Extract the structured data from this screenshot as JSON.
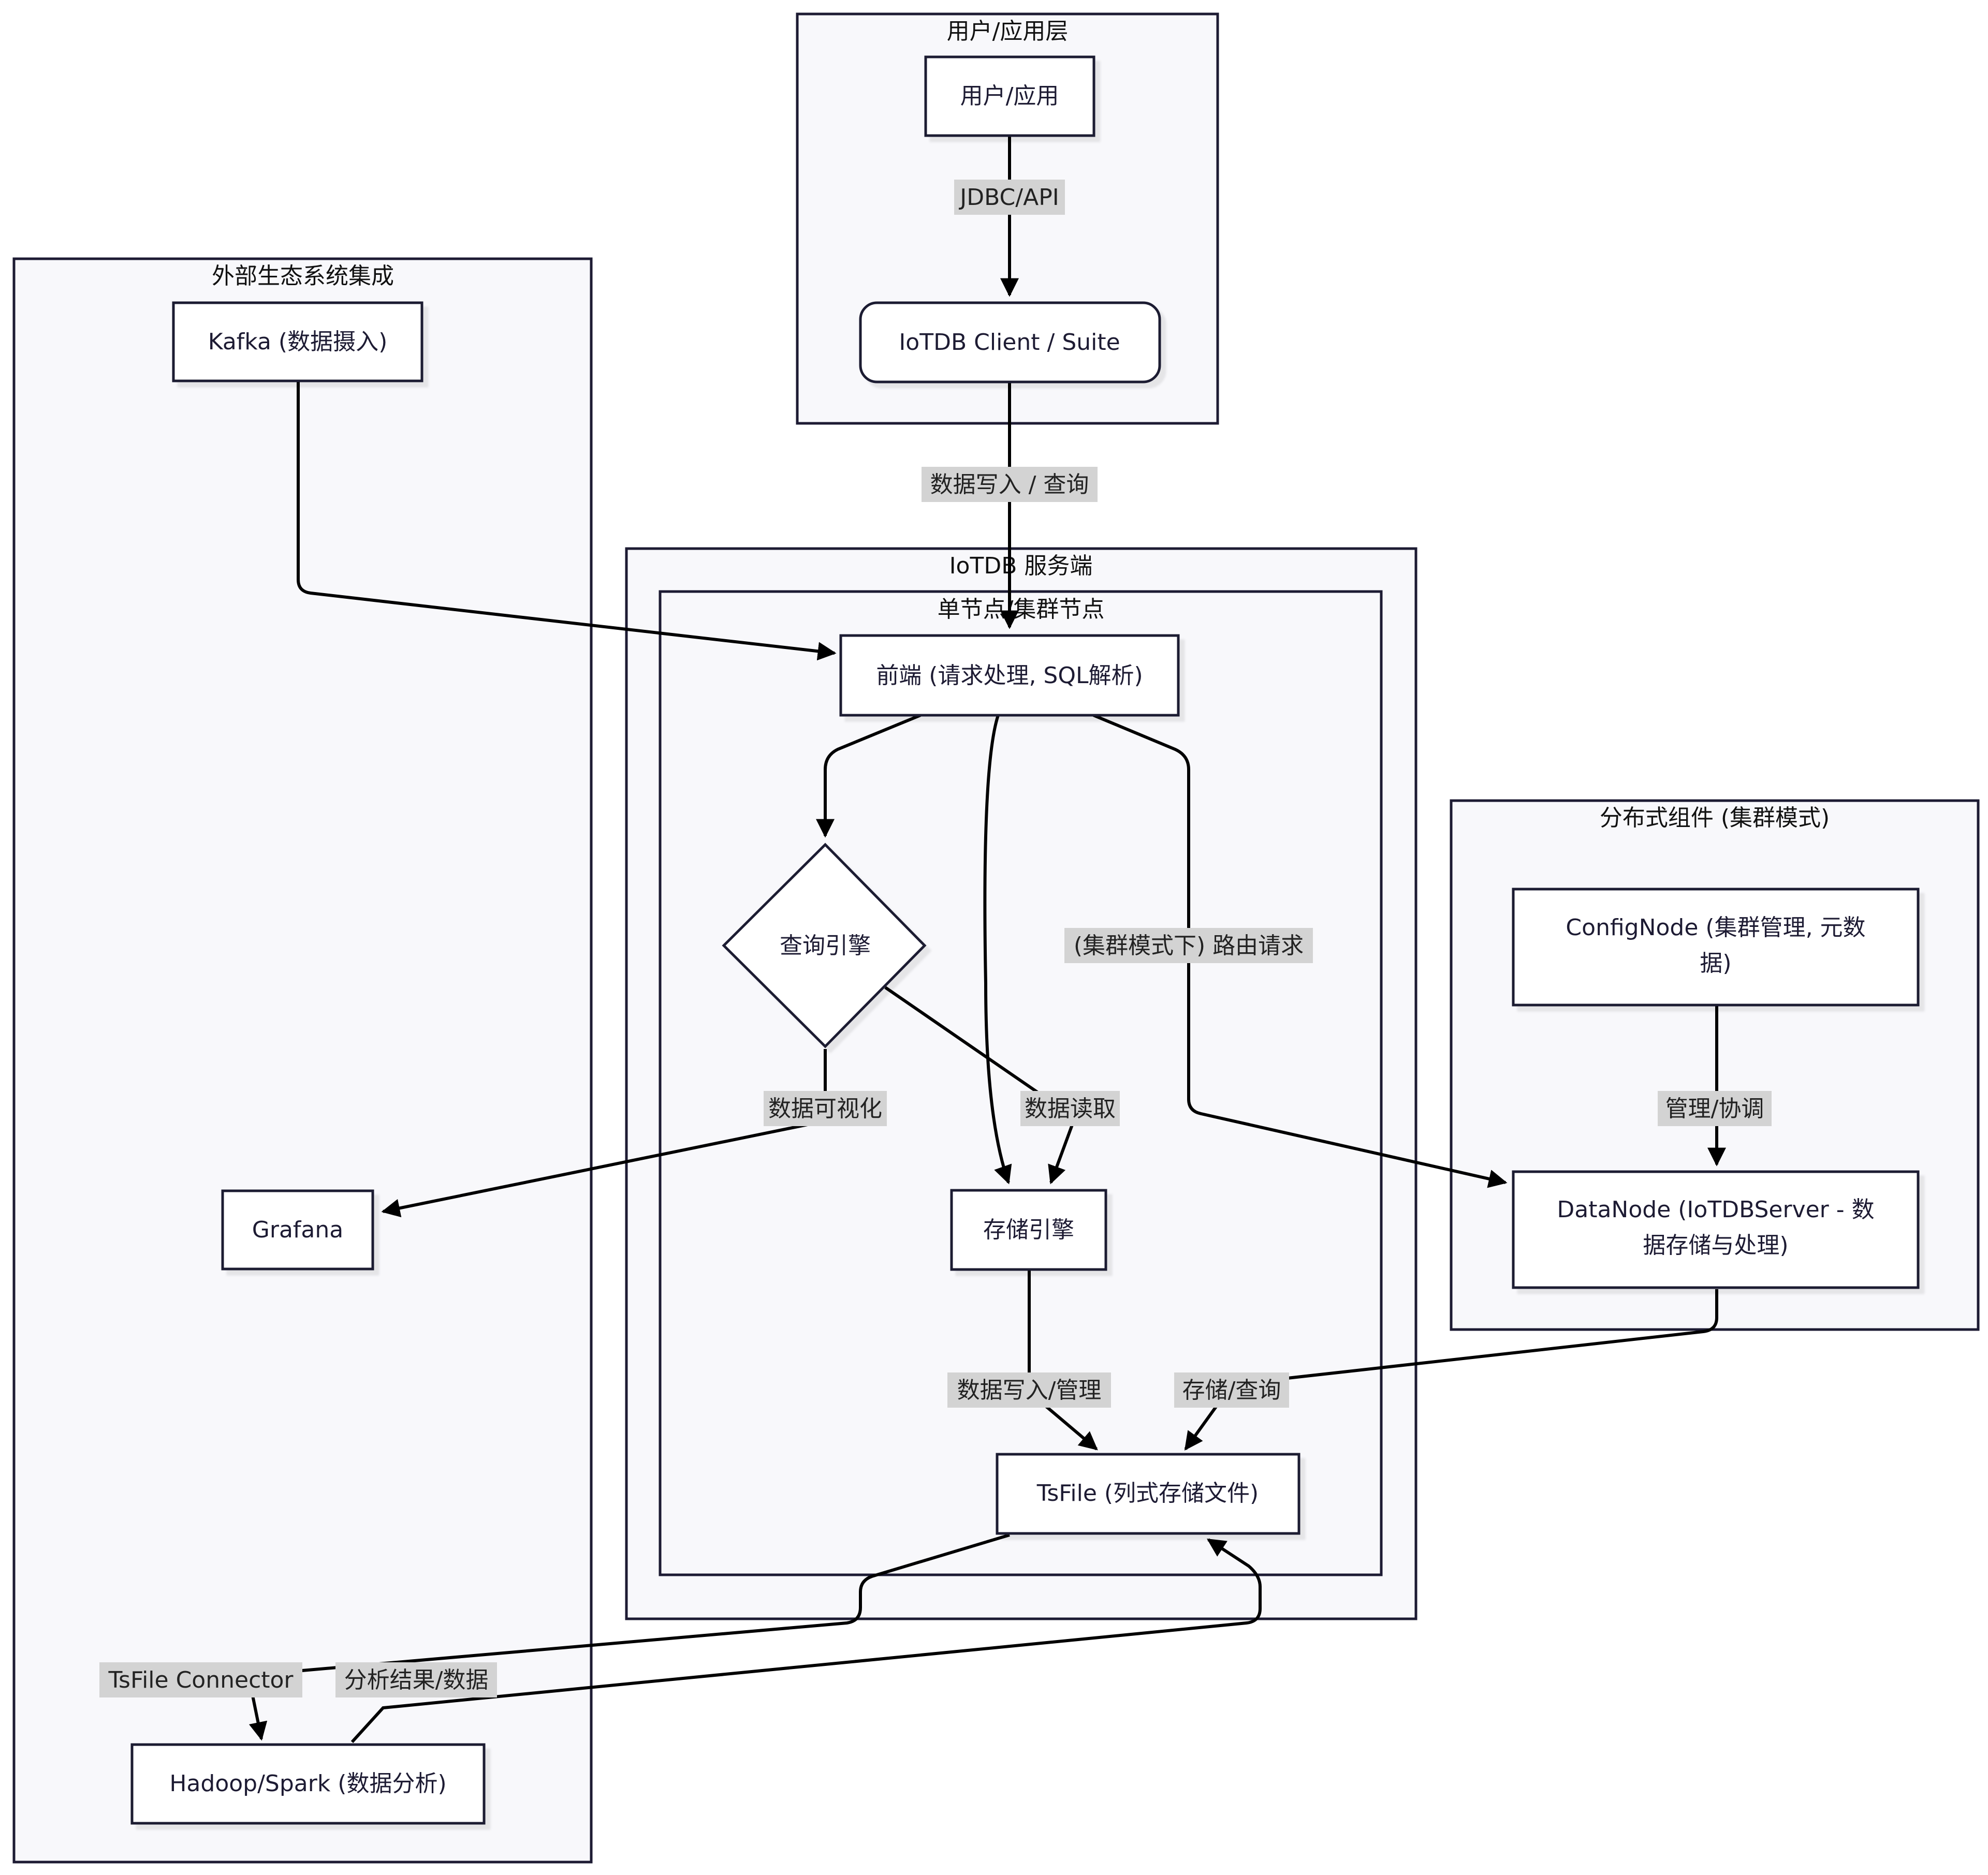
{
  "clusters": {
    "user_layer": "用户/应用层",
    "ecosystem": "外部生态系统集成",
    "server": "IoTDB 服务端",
    "node": "单节点/集群节点",
    "distributed": "分布式组件 (集群模式)"
  },
  "nodes": {
    "user_app": "用户/应用",
    "client": "IoTDB Client / Suite",
    "kafka": "Kafka (数据摄入)",
    "frontend": "前端 (请求处理, SQL解析)",
    "query_engine": "查询引擎",
    "grafana": "Grafana",
    "storage_engine": "存储引擎",
    "tsfile": "TsFile (列式存储文件)",
    "hadoop": "Hadoop/Spark (数据分析)",
    "confignode_line1": "ConfigNode (集群管理, 元数",
    "confignode_line2": "据)",
    "datanode_line1": "DataNode (IoTDBServer - 数",
    "datanode_line2": "据存储与处理)"
  },
  "edge_labels": {
    "jdbc": "JDBC/API",
    "write_query": "数据写入 / 查询",
    "route": "(集群模式下) 路由请求",
    "visualize": "数据可视化",
    "read": "数据读取",
    "manage": "管理/协调",
    "write_manage": "数据写入/管理",
    "store_query": "存储/查询",
    "connector": "TsFile Connector",
    "results": "分析结果/数据"
  }
}
